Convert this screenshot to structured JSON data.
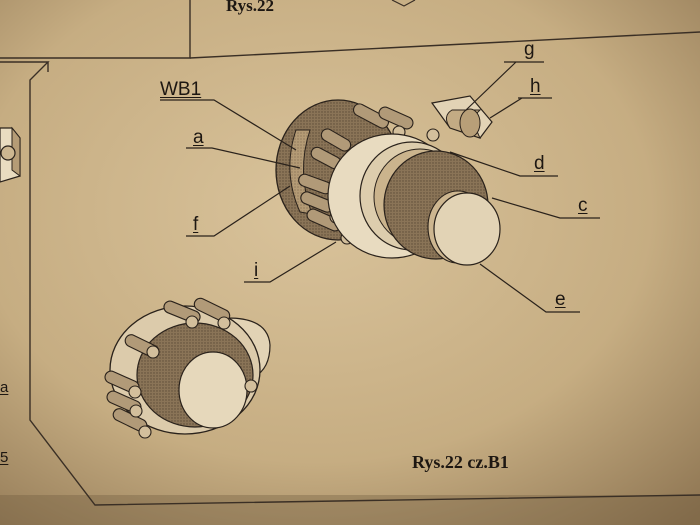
{
  "top_caption": "Rys.22",
  "figure_caption": "Rys.22 cz.B1",
  "part_labels": {
    "wb1": "WB1",
    "a": "a",
    "f": "f",
    "i": "i",
    "g": "g",
    "h": "h",
    "d": "d",
    "c": "c",
    "e": "e"
  },
  "left_edge_marks": [
    "a",
    "5"
  ],
  "colors": {
    "paper": "#cbb389",
    "paper_shadow": "#7c6546",
    "ink": "#1d1712"
  }
}
